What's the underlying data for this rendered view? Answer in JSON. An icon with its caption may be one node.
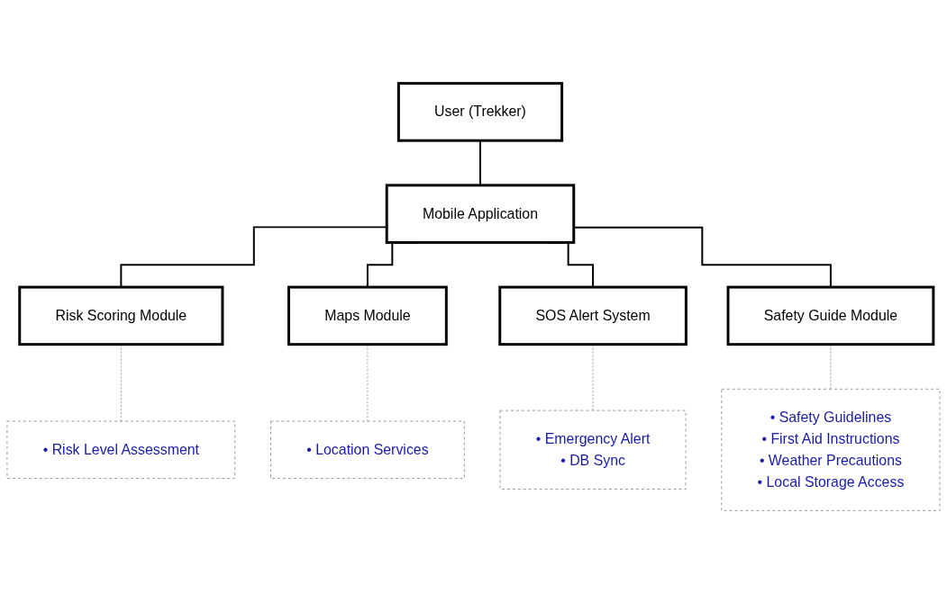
{
  "diagram": {
    "nodes": [
      {
        "text": [
          "User (Trekker)"
        ]
      },
      {
        "text": [
          "Mobile Application"
        ]
      },
      {
        "text": [
          "Risk Scoring Module"
        ]
      },
      {
        "text": [
          "Maps Module"
        ]
      },
      {
        "text": [
          "SOS Alert System"
        ]
      },
      {
        "text": [
          "Safety Guide Module"
        ]
      },
      {
        "text": [
          "• Risk Level Assessment"
        ]
      },
      {
        "text": [
          "• Location Services"
        ]
      },
      {
        "text": [
          "• Emergency Alert",
          "• DB Sync"
        ]
      },
      {
        "text": [
          "• Safety Guidelines",
          "• First Aid Instructions",
          "• Weather Precautions",
          "• Local Storage Access"
        ]
      }
    ],
    "edges": [
      {
        "from": 0,
        "to": 1,
        "arrow": "none"
      },
      {
        "from": 1,
        "to": 2,
        "arrow": "none"
      },
      {
        "from": 1,
        "to": 3,
        "arrow": "none"
      },
      {
        "from": 1,
        "to": 4,
        "arrow": "none"
      },
      {
        "from": 1,
        "to": 5,
        "arrow": "none"
      },
      {
        "from": 2,
        "to": 6,
        "arrow": "none",
        "style": "dashed",
        "color": "#999999"
      },
      {
        "from": 3,
        "to": 7,
        "arrow": "none",
        "style": "dashed",
        "color": "#999999"
      },
      {
        "from": 4,
        "to": 8,
        "arrow": "none",
        "style": "dashed",
        "color": "#999999"
      },
      {
        "from": 5,
        "to": 9,
        "arrow": "none",
        "style": "dashed",
        "color": "#999999"
      }
    ]
  }
}
